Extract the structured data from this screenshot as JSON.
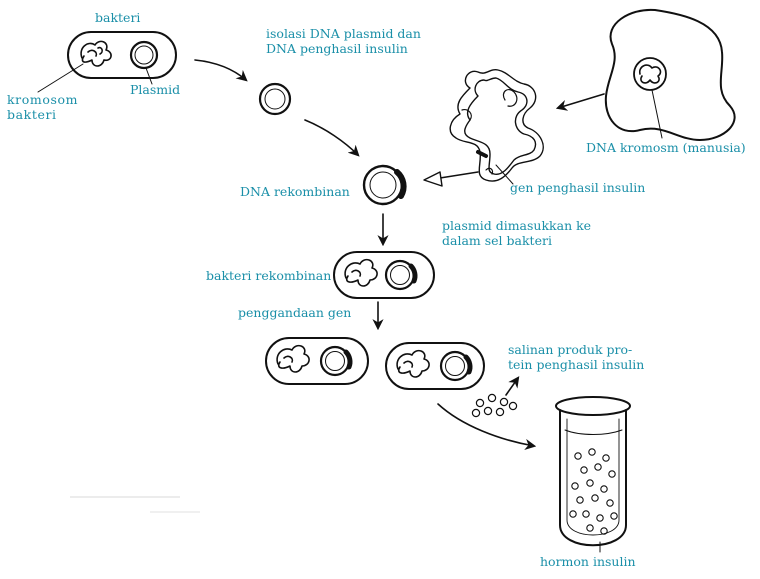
{
  "labels": {
    "bakteri": "bakteri",
    "kromosom_bakteri": "kromosom\nbakteri",
    "plasmid": "Plasmid",
    "isolasi": "isolasi DNA plasmid dan\nDNA penghasil insulin",
    "dna_kromosom_manusia": "DNA kromosm (manusia)",
    "gen_penghasil_insulin": "gen penghasil insulin",
    "dna_rekombinan": "DNA rekombinan",
    "plasmid_dimasukkan": "plasmid dimasukkan ke\ndalam sel bakteri",
    "bakteri_rekombinan": "bakteri rekombinan",
    "penggandaan_gen": "penggandaan gen",
    "salinan_produk": "salinan produk pro-\ntein penghasil insulin",
    "hormon_insulin": "hormon insulin"
  },
  "colors": {
    "label": "#1a8fa8",
    "stroke": "#111111",
    "fill": "#ffffff"
  }
}
